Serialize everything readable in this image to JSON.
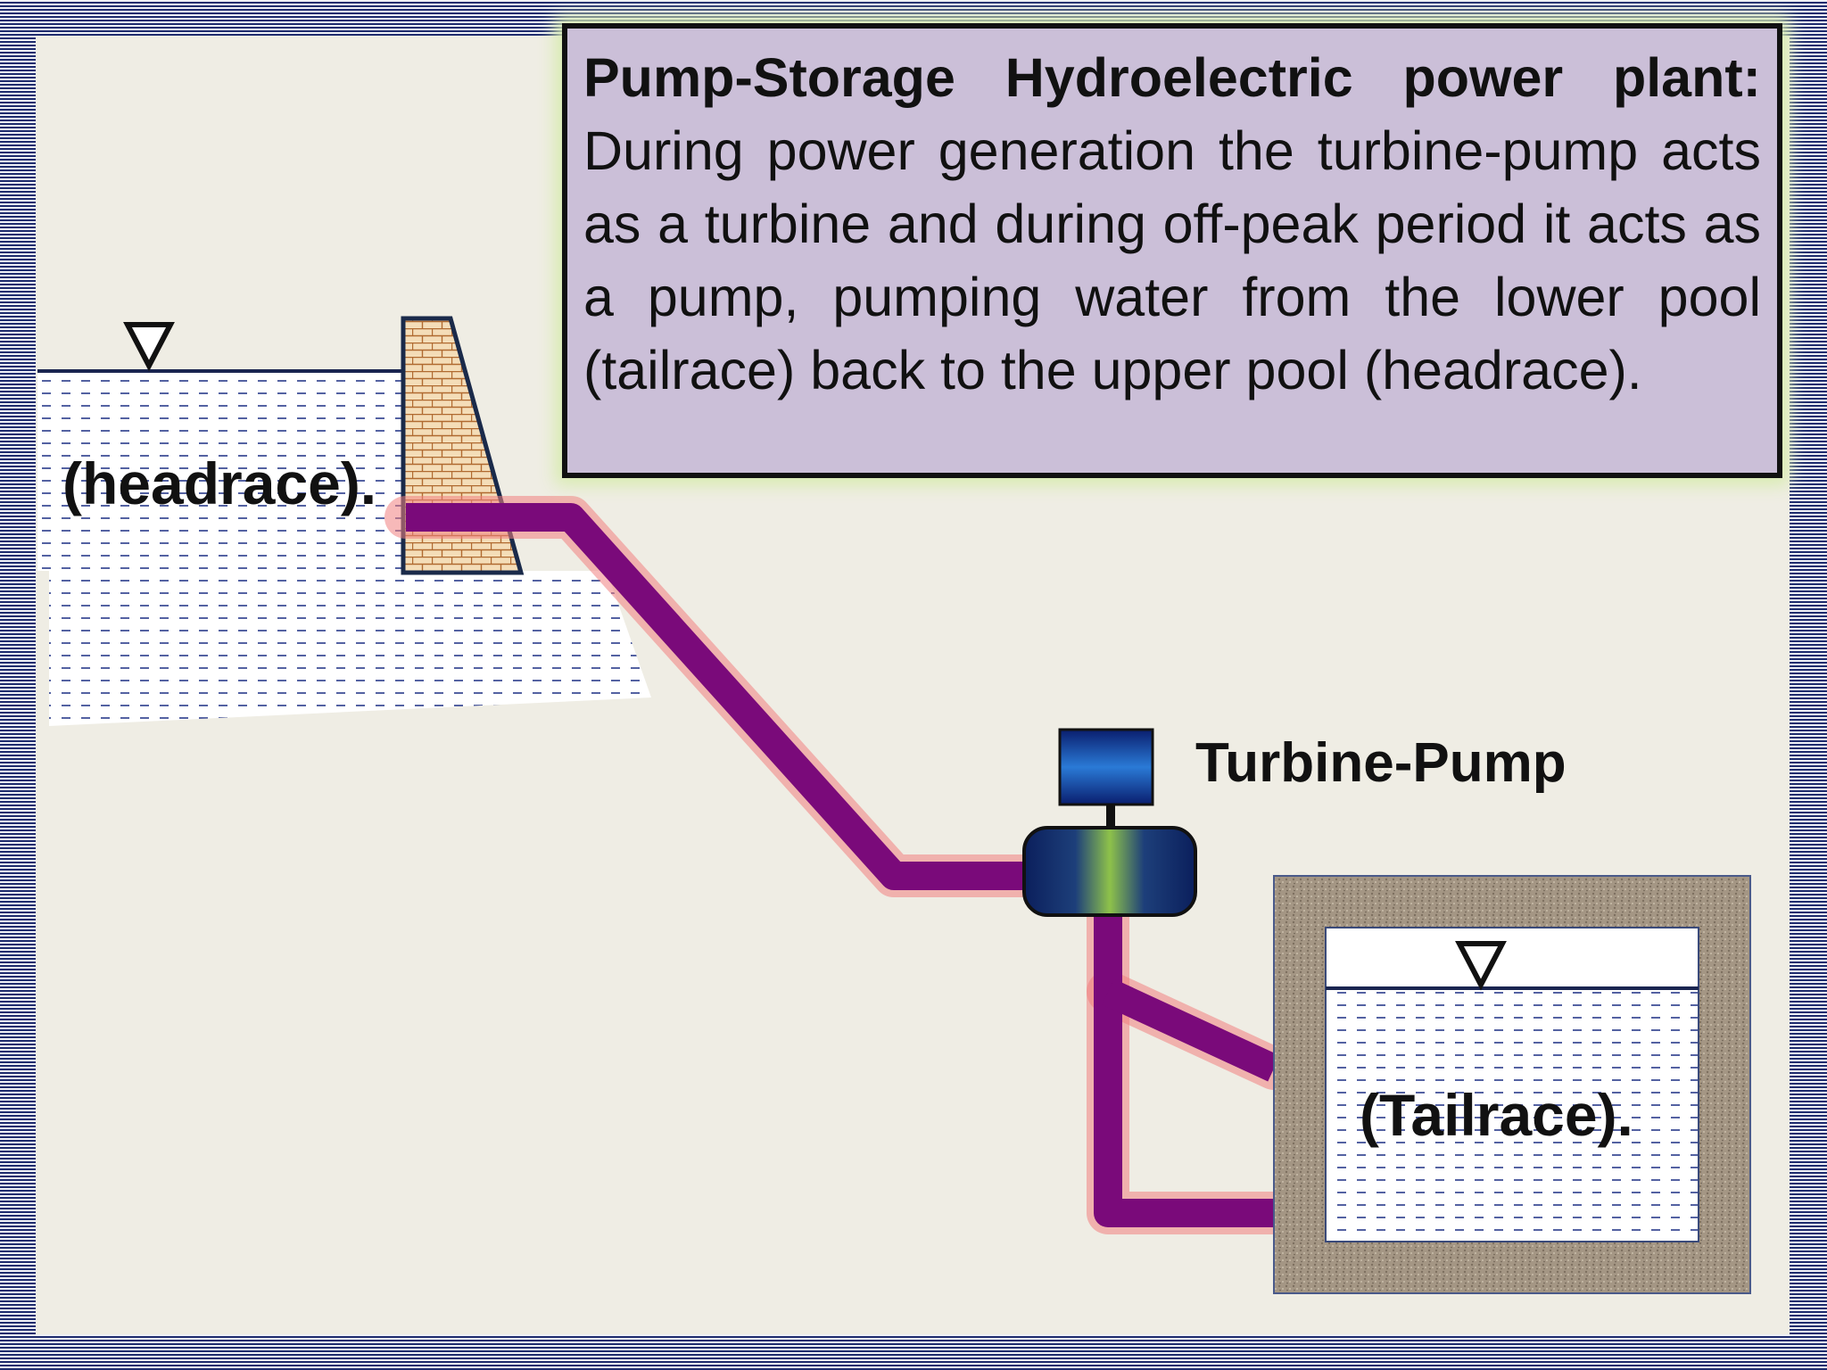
{
  "caption": {
    "title": "Pump-Storage Hydroelectric power plant:",
    "body": "During power generation the  turbine-pump acts as a turbine and during off-peak period it  acts as  a pump, pumping water from the lower pool (tailrace) back to the upper pool (headrace)."
  },
  "labels": {
    "headrace": "(headrace).",
    "turbine_pump": "Turbine-Pump",
    "tailrace": "(Tailrace)."
  },
  "colors": {
    "penstock": "#7a0a7a",
    "penstock_glow": "#f08080",
    "water_dash": "#2a3a8a",
    "caption_bg": "#cbbfd8",
    "panel_bg": "#efede4",
    "frame": "#1f2c6e"
  },
  "icons": [
    "water-level-triangle-icon",
    "water-level-triangle-icon"
  ]
}
